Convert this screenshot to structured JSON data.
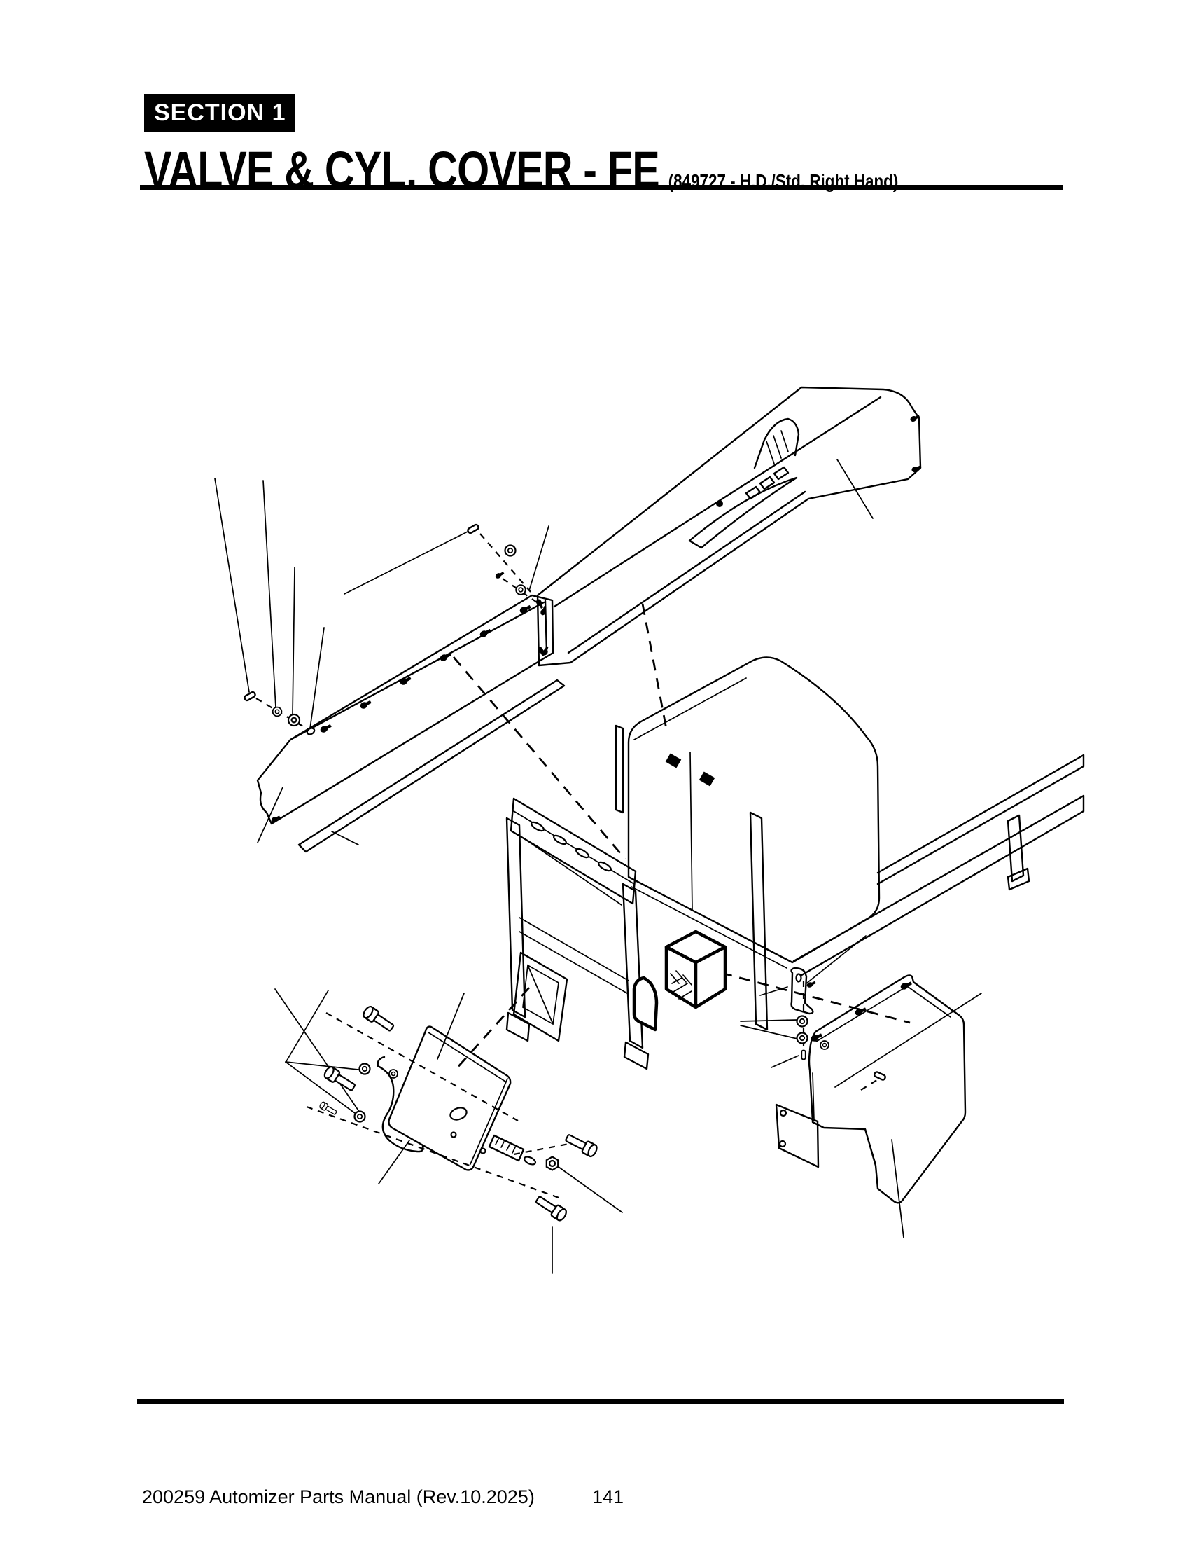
{
  "page": {
    "background_color": "#ffffff",
    "ink_color": "#000000"
  },
  "header": {
    "section_label": "SECTION 1",
    "title": "VALVE & CYL. COVER - FE",
    "subtitle": "(849727 - H.D./Std. Right Hand)"
  },
  "footer": {
    "manual_line": "200259 Automizer Parts Manual (Rev.10.2025)",
    "page_number": "141"
  }
}
